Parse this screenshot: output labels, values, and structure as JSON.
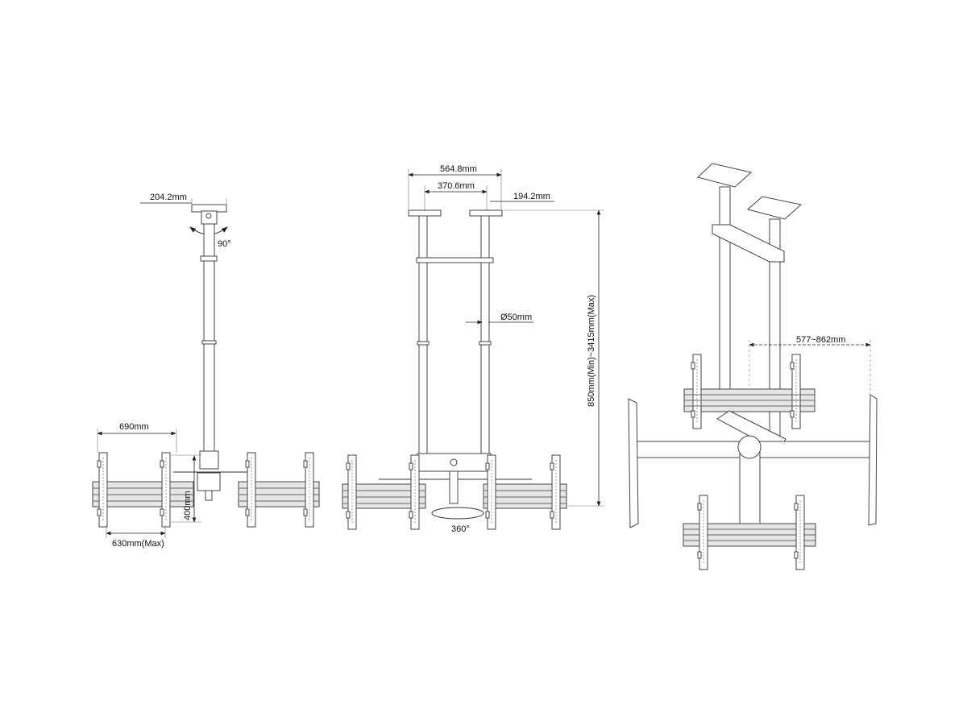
{
  "views": {
    "side": {
      "plate_width": "204.2mm",
      "tilt": "90°",
      "bar_length": "690mm",
      "height": "400mm",
      "upright_spacing": "630mm(Max)"
    },
    "front": {
      "overall_width": "564.8mm",
      "pole_spacing": "370.6mm",
      "plate_width": "194.2mm",
      "pole_diameter": "Ø50mm",
      "rotation": "360°",
      "drop_range": "850mm(Min)~3415mm(Max)"
    },
    "perspective": {
      "arm_reach": "577~862mm"
    }
  }
}
